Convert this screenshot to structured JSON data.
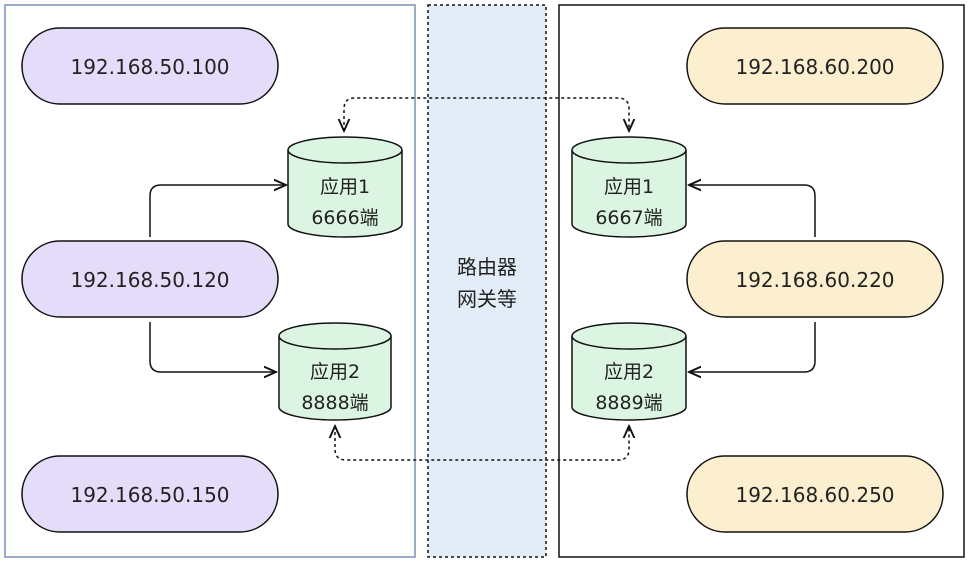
{
  "left_hosts": [
    "192.168.50.100",
    "192.168.50.120",
    "192.168.50.150"
  ],
  "right_hosts": [
    "192.168.60.200",
    "192.168.60.220",
    "192.168.60.250"
  ],
  "left_apps": [
    {
      "name": "应用1",
      "port": "6666端"
    },
    {
      "name": "应用2",
      "port": "8888端"
    }
  ],
  "right_apps": [
    {
      "name": "应用1",
      "port": "6667端"
    },
    {
      "name": "应用2",
      "port": "8889端"
    }
  ],
  "gateway": {
    "line1": "路由器",
    "line2": "网关等"
  },
  "colors": {
    "left_host_fill": "#e5dcfa",
    "right_host_fill": "#fbefcf",
    "db_fill": "#dcf5e3",
    "gateway_fill": "#e3edf8",
    "left_zone_border": "#7a8fb5",
    "stroke": "#111111"
  }
}
